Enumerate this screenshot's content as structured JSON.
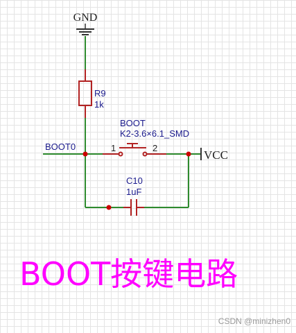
{
  "schematic": {
    "gnd_label": "GND",
    "vcc_label": "VCC",
    "net_label": "BOOT0",
    "resistor": {
      "designator": "R9",
      "value": "1k"
    },
    "switch": {
      "designator": "BOOT",
      "footprint": "K2-3.6×6.1_SMD",
      "pin1": "1",
      "pin2": "2"
    },
    "capacitor": {
      "designator": "C10",
      "value": "1uF"
    }
  },
  "caption": "BOOT按键电路",
  "watermark": "CSDN @minizhen0",
  "colors": {
    "wire": "#2e8b2e",
    "component": "#b22222",
    "junction": "#cc0000",
    "label_text": "#1a1a8c",
    "caption": "#ff00ff",
    "grid": "#e4e4e4"
  }
}
